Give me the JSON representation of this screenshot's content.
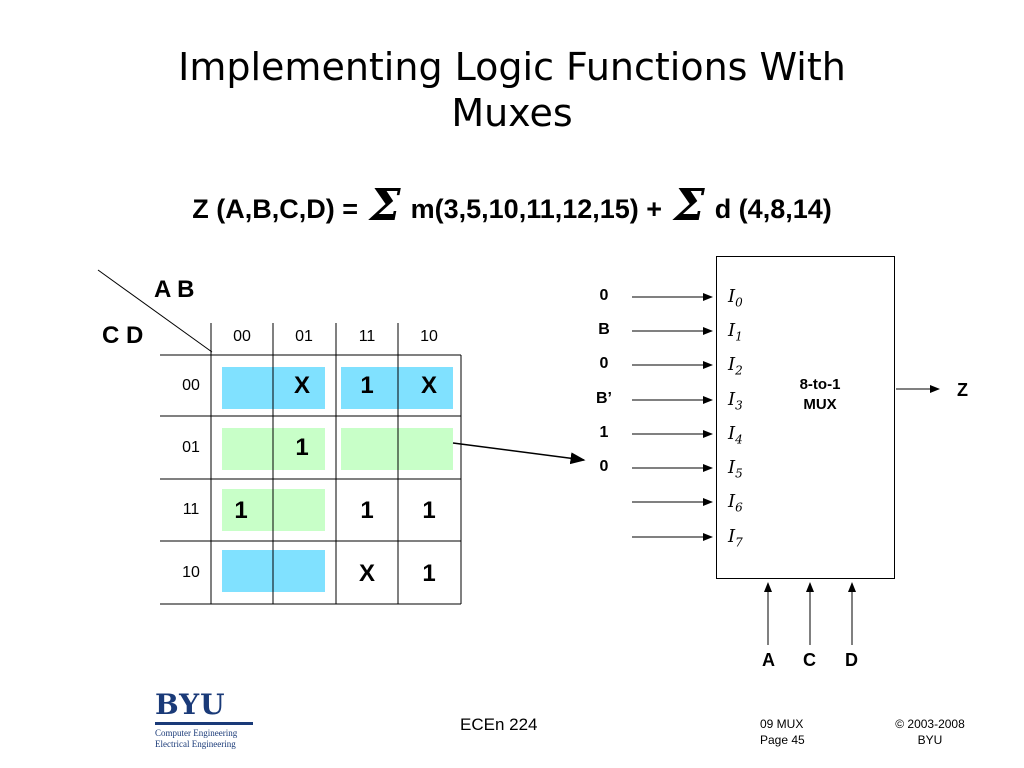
{
  "slide": {
    "title_line1": "Implementing Logic Functions With",
    "title_line2": "Muxes",
    "equation": {
      "lhs": "Z (A,B,C,D) = ",
      "sigma": "Σ",
      "minterms": "m(3,5,10,11,12,15) + ",
      "dontcares": "d (4,8,14)"
    }
  },
  "kmap": {
    "ab_label": "A B",
    "cd_label": "C D",
    "col_headers": [
      "00",
      "01",
      "11",
      "10"
    ],
    "row_headers": [
      "00",
      "01",
      "11",
      "10"
    ],
    "cells": [
      [
        "",
        "X",
        "1",
        "X"
      ],
      [
        "",
        "1",
        "",
        ""
      ],
      [
        "1",
        "",
        "1",
        "1"
      ],
      [
        "",
        "",
        "X",
        "1"
      ]
    ],
    "colors": {
      "blue_group": "#80e1ff",
      "green_group": "#c8ffc8"
    }
  },
  "mux": {
    "title_line1": "8-to-1",
    "title_line2": "MUX",
    "inputs": [
      "0",
      "B",
      "0",
      "B’",
      "1",
      "0"
    ],
    "pins": [
      "I",
      "I",
      "I",
      "I",
      "I",
      "I",
      "I",
      "I"
    ],
    "pin_subs": [
      "0",
      "1",
      "2",
      "3",
      "4",
      "5",
      "6",
      "7"
    ],
    "output": "Z",
    "selects": [
      "A",
      "C",
      "D"
    ]
  },
  "footer": {
    "course": "ECEn 224",
    "lecture": "09 MUX",
    "page": "Page 45",
    "copyright": "© 2003-2008",
    "org": "BYU",
    "logo_text": "BYU",
    "logo_sub1": "Computer Engineering",
    "logo_sub2": "Electrical Engineering"
  }
}
